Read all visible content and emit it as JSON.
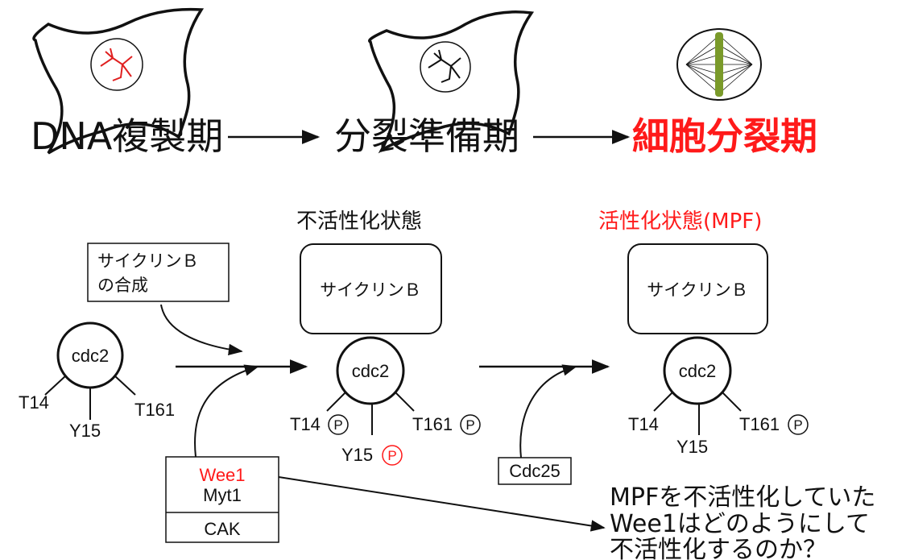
{
  "phases": {
    "dna_replication": "DNA複製期",
    "pre_division": "分裂準備期",
    "cell_division": "細胞分裂期"
  },
  "states": {
    "inactive": "不活性化状態",
    "active": "活性化状態(MPF)"
  },
  "boxes": {
    "synthesis_line1": "サイクリンＢ",
    "synthesis_line2": "の合成",
    "cyclin_b": "サイクリンＢ",
    "wee1": "Wee1",
    "myt1": "Myt1",
    "cak": "CAK",
    "cdc25": "Cdc25"
  },
  "labels": {
    "cdc2": "cdc2",
    "t14": "T14",
    "y15": "Y15",
    "t161": "T161",
    "p": "P"
  },
  "question": {
    "line1": "MPFを不活性化していた",
    "line2": "Wee1はどのようにして",
    "line3": "不活性化するのか？"
  },
  "colors": {
    "highlight": "#ff1a1a",
    "spindle": "#7a9a2a",
    "ink": "#111111"
  }
}
